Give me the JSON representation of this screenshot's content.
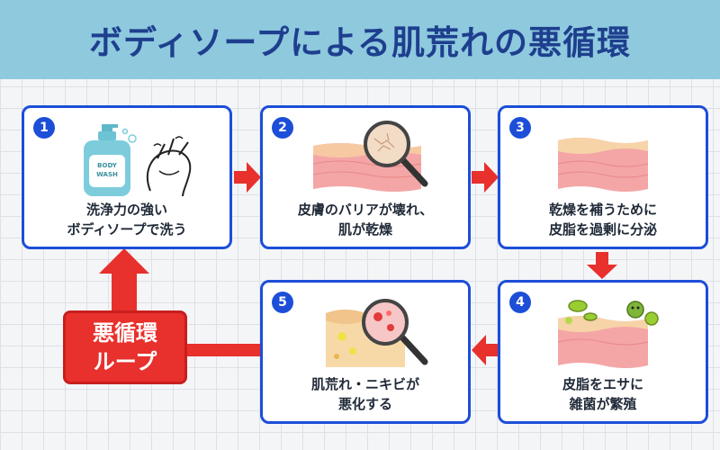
{
  "title": "ボディソープによる肌荒れの悪循環",
  "colors": {
    "header_bg": "#8ec9de",
    "title": "#1e3f8e",
    "card_border": "#1d4ed8",
    "arrow": "#e8302c"
  },
  "steps": [
    {
      "number": "1",
      "lines": [
        "洗浄力の強い",
        "ボディソープで洗う"
      ],
      "icon": "body-wash-bottle-icon",
      "bottle_text": "BODY WASH"
    },
    {
      "number": "2",
      "lines": [
        "皮膚のバリアが壊れ、",
        "肌が乾燥"
      ],
      "icon": "dry-skin-magnifier-icon"
    },
    {
      "number": "3",
      "lines": [
        "乾燥を補うために",
        "皮脂を過剰に分泌"
      ],
      "icon": "skin-layer-icon"
    },
    {
      "number": "4",
      "lines": [
        "皮脂をエサに",
        "雑菌が繁殖"
      ],
      "icon": "bacteria-skin-icon"
    },
    {
      "number": "5",
      "lines": [
        "肌荒れ・ニキビが",
        "悪化する"
      ],
      "icon": "acne-magnifier-icon"
    }
  ],
  "loop_label": [
    "悪循環",
    "ループ"
  ]
}
